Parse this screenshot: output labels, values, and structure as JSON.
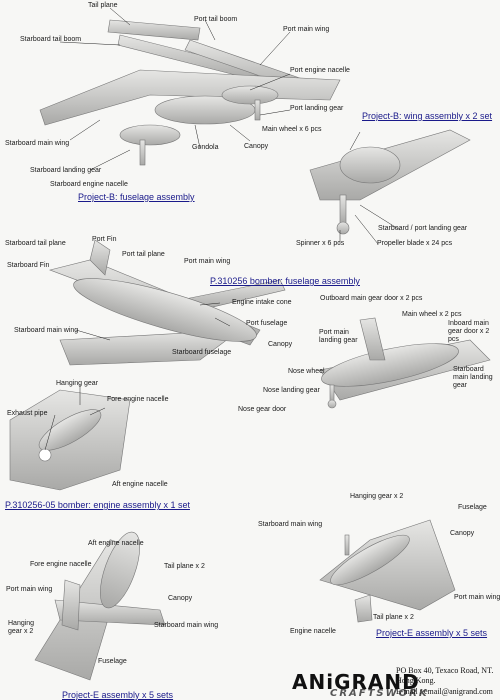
{
  "sections": {
    "projB_fuselage": {
      "title": "Project-B: fuselage assembly",
      "labels": [
        "Tail plane",
        "Port tail boom",
        "Starboard tail boom",
        "Port main wing",
        "Port engine nacelle",
        "Port landing gear",
        "Starboard main wing",
        "Gondola",
        "Canopy",
        "Starboard landing gear",
        "Starboard engine nacelle"
      ]
    },
    "projB_wing": {
      "title": "Project-B: wing assembly x 2 set",
      "labels": [
        "Main wheel x 6 pcs",
        "Starboard / port landing gear",
        "Spinner x 6 pcs",
        "Propeller blade x 24 pcs"
      ]
    },
    "p310256_fuselage": {
      "title": "P.310256 bomber: fuselage assembly",
      "labels": [
        "Starboard tail plane",
        "Port Fin",
        "Port tail plane",
        "Port main wing",
        "Starboard Fin",
        "Engine intake cone",
        "Starboard main wing",
        "Port fuselage",
        "Canopy",
        "Starboard fuselage"
      ]
    },
    "landing_gear": {
      "labels": [
        "Outboard main gear door x 2 pcs",
        "Main wheel x 2 pcs",
        "Port main landing gear",
        "Inboard main gear door x 2 pcs",
        "Nose wheel",
        "Starboard main landing gear",
        "Nose landing gear",
        "Nose gear door"
      ]
    },
    "engine_assembly": {
      "title": "P.310256-05 bomber: engine assembly x 1 set",
      "labels": [
        "Hanging gear",
        "Fore engine nacelle",
        "Exhaust pipe",
        "Aft engine nacelle"
      ]
    },
    "projE_assembly": {
      "title": "Project-E assembly x 5 sets",
      "labels": [
        "Hanging gear x 2",
        "Fuselage",
        "Starboard main wing",
        "Canopy",
        "Port main wing",
        "Tail plane x 2",
        "Engine nacelle"
      ]
    },
    "projE_left": {
      "title": "Project-E assembly x 5 sets",
      "labels": [
        "Aft engine nacelle",
        "Fore engine nacelle",
        "Tail plane x 2",
        "Port main wing",
        "Canopy",
        "Hanging gear x 2",
        "Starboard main wing",
        "Fuselage"
      ]
    }
  },
  "footer": {
    "brand": "ANiGRAND",
    "sub": "CRAFTSWORK",
    "address_lines": [
      "PO Box 40, Texaco Road, NT.",
      "Hong Kong.",
      "E-mail : email@anigrand.com"
    ]
  }
}
